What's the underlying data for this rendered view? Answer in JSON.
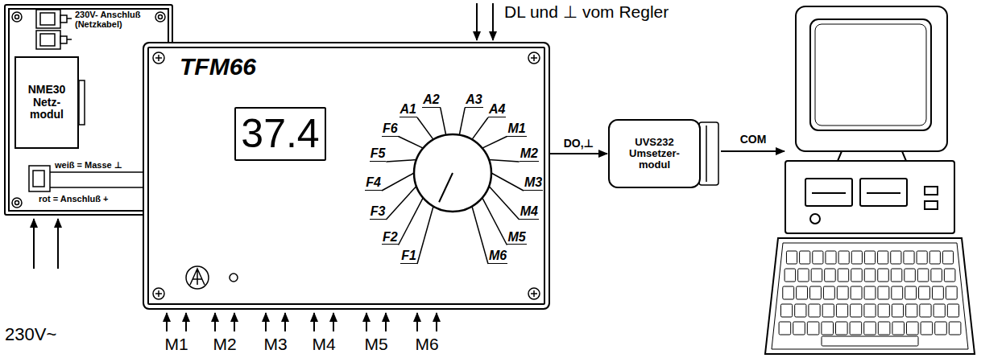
{
  "diagram": {
    "nodes": [
      {
        "text": [
          "230V- Anschluß (Netzkabel)"
        ]
      },
      {
        "text": [
          "NME30 Netz- modul"
        ],
        "in": 0
      },
      {
        "text": [
          "TFM66"
        ]
      },
      {
        "text": [
          "37.4"
        ],
        "in": 2
      },
      {
        "text": [
          "UVS232 Umsetzer- modul"
        ]
      }
    ],
    "edges": [
      {
        "from": 2,
        "to": 4,
        "arrow": "to",
        "label": "DO,⊥"
      }
    ],
    "labels": [
      "230V~",
      "weiß = Masse ⊥",
      "rot = Anschluß +",
      "A2",
      "A3",
      "A1",
      "A4",
      "F6",
      "M1",
      "F5",
      "M2",
      "F4",
      "M3",
      "F3",
      "M4",
      "F2",
      "M5",
      "F1",
      "M6",
      "M1",
      "M2",
      "M3",
      "M4",
      "M5",
      "M6",
      "DL und ⊥ vom Regler",
      "COM"
    ]
  }
}
